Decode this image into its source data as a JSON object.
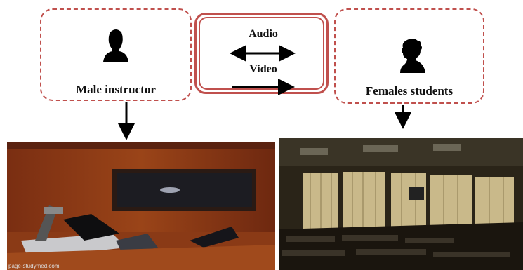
{
  "diagram": {
    "instructor_label": "Male instructor",
    "students_label": "Females students",
    "audio_label": "Audio",
    "video_label": "Video",
    "watermark": "page-studymed.com",
    "colors": {
      "dashed_border": "#c0504d",
      "double_border": "#c0504d",
      "arrow": "#000000"
    }
  }
}
